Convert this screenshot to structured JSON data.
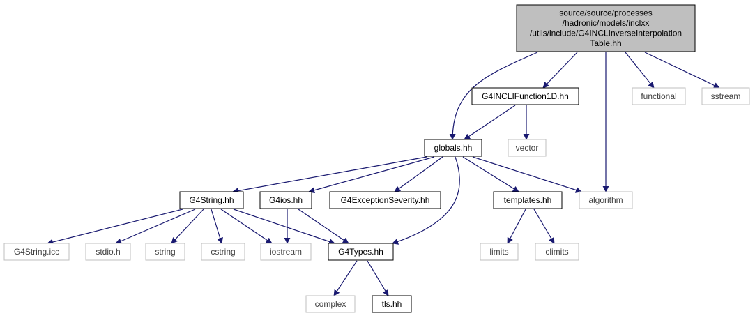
{
  "diagram": {
    "type": "include-dependency-graph",
    "colors": {
      "edge": "#191970",
      "root_fill": "#bfbfbf",
      "node_border": "#000000",
      "external_border": "#bfbfbf",
      "external_text": "#404040",
      "text": "#000000",
      "background": "#ffffff"
    },
    "nodes": [
      {
        "id": "root",
        "kind": "root",
        "lines": [
          "source/source/processes",
          "/hadronic/models/inclxx",
          "/utils/include/G4INCLInverseInterpolation",
          "Table.hh"
        ]
      },
      {
        "id": "function1d",
        "kind": "file",
        "lines": [
          "G4INCLIFunction1D.hh"
        ]
      },
      {
        "id": "functional",
        "kind": "external",
        "lines": [
          "functional"
        ]
      },
      {
        "id": "sstream",
        "kind": "external",
        "lines": [
          "sstream"
        ]
      },
      {
        "id": "globals",
        "kind": "file",
        "lines": [
          "globals.hh"
        ]
      },
      {
        "id": "vector",
        "kind": "external",
        "lines": [
          "vector"
        ]
      },
      {
        "id": "g4string",
        "kind": "file",
        "lines": [
          "G4String.hh"
        ]
      },
      {
        "id": "g4ios",
        "kind": "file",
        "lines": [
          "G4ios.hh"
        ]
      },
      {
        "id": "g4exceptionseverity",
        "kind": "file",
        "lines": [
          "G4ExceptionSeverity.hh"
        ]
      },
      {
        "id": "templates",
        "kind": "file",
        "lines": [
          "templates.hh"
        ]
      },
      {
        "id": "algorithm",
        "kind": "external",
        "lines": [
          "algorithm"
        ]
      },
      {
        "id": "g4stringicc",
        "kind": "external",
        "lines": [
          "G4String.icc"
        ]
      },
      {
        "id": "stdio",
        "kind": "external",
        "lines": [
          "stdio.h"
        ]
      },
      {
        "id": "string",
        "kind": "external",
        "lines": [
          "string"
        ]
      },
      {
        "id": "cstring",
        "kind": "external",
        "lines": [
          "cstring"
        ]
      },
      {
        "id": "iostream",
        "kind": "external",
        "lines": [
          "iostream"
        ]
      },
      {
        "id": "g4types",
        "kind": "file",
        "lines": [
          "G4Types.hh"
        ]
      },
      {
        "id": "limits",
        "kind": "external",
        "lines": [
          "limits"
        ]
      },
      {
        "id": "climits",
        "kind": "external",
        "lines": [
          "climits"
        ]
      },
      {
        "id": "complex",
        "kind": "external",
        "lines": [
          "complex"
        ]
      },
      {
        "id": "tls",
        "kind": "file",
        "lines": [
          "tls.hh"
        ]
      }
    ],
    "edges": [
      {
        "from": "root",
        "to": "globals"
      },
      {
        "from": "root",
        "to": "function1d"
      },
      {
        "from": "root",
        "to": "algorithm"
      },
      {
        "from": "root",
        "to": "functional"
      },
      {
        "from": "root",
        "to": "sstream"
      },
      {
        "from": "function1d",
        "to": "globals"
      },
      {
        "from": "function1d",
        "to": "vector"
      },
      {
        "from": "globals",
        "to": "g4string"
      },
      {
        "from": "globals",
        "to": "g4ios"
      },
      {
        "from": "globals",
        "to": "g4exceptionseverity"
      },
      {
        "from": "globals",
        "to": "templates"
      },
      {
        "from": "globals",
        "to": "algorithm"
      },
      {
        "from": "globals",
        "to": "g4types"
      },
      {
        "from": "g4string",
        "to": "g4stringicc"
      },
      {
        "from": "g4string",
        "to": "stdio"
      },
      {
        "from": "g4string",
        "to": "string"
      },
      {
        "from": "g4string",
        "to": "cstring"
      },
      {
        "from": "g4string",
        "to": "iostream"
      },
      {
        "from": "g4string",
        "to": "g4types"
      },
      {
        "from": "g4ios",
        "to": "iostream"
      },
      {
        "from": "g4ios",
        "to": "g4types"
      },
      {
        "from": "templates",
        "to": "limits"
      },
      {
        "from": "templates",
        "to": "climits"
      },
      {
        "from": "g4types",
        "to": "complex"
      },
      {
        "from": "g4types",
        "to": "tls"
      }
    ]
  }
}
